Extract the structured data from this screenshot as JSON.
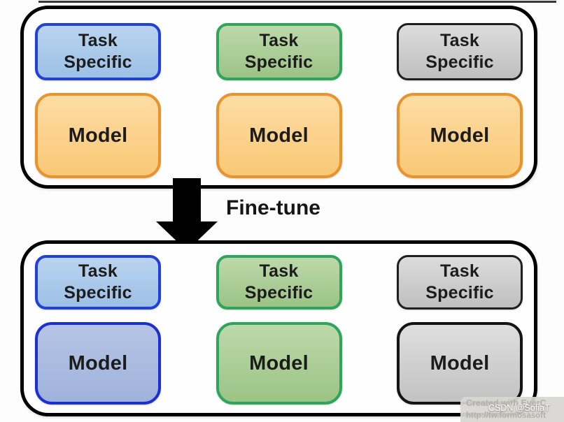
{
  "arrow": {
    "label": "Fine-tune"
  },
  "top_panel": {
    "columns": [
      {
        "color": "blue",
        "task_line1": "Task",
        "task_line2": "Specific",
        "model": "Model"
      },
      {
        "color": "green",
        "task_line1": "Task",
        "task_line2": "Specific",
        "model": "Model"
      },
      {
        "color": "gray",
        "task_line1": "Task",
        "task_line2": "Specific",
        "model": "Model"
      }
    ]
  },
  "bottom_panel": {
    "columns": [
      {
        "color": "blue",
        "task_line1": "Task",
        "task_line2": "Specific",
        "model": "Model"
      },
      {
        "color": "green",
        "task_line1": "Task",
        "task_line2": "Specific",
        "model": "Model"
      },
      {
        "color": "gray",
        "task_line1": "Task",
        "task_line2": "Specific",
        "model": "Model"
      }
    ]
  },
  "watermark": {
    "line1": "Created with EverC",
    "line2": "http://tw.formosasoft",
    "overlay": "CSDN @SofiaT"
  },
  "colors": {
    "task_blue_border": "#2040d8",
    "task_blue_fill": "#aac8e8",
    "task_green_border": "#2ea55b",
    "task_green_fill": "#abce99",
    "task_gray_border": "#1f1f1f",
    "task_gray_fill": "#cccccc",
    "model_orange_border": "#e9932c",
    "model_orange_fill": "#fbd28e",
    "model_blue_border": "#1c2fd2",
    "model_blue_fill": "#a9bbdf",
    "model_gray_border": "#141414",
    "model_gray_fill": "#cfcfcf",
    "arrow": "#000000"
  }
}
